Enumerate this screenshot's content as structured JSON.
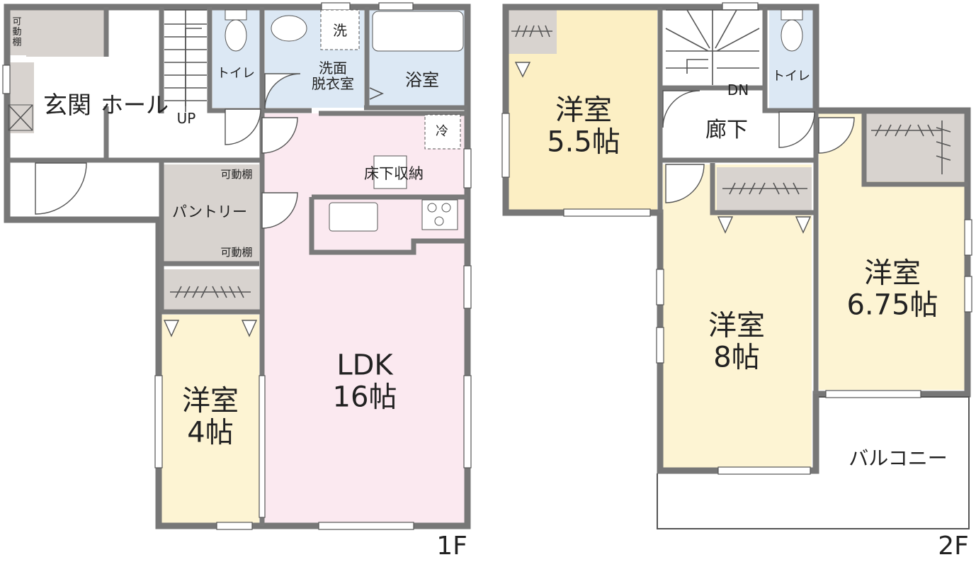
{
  "floors": [
    {
      "id": "1F",
      "label": "1F",
      "rooms": [
        {
          "id": "genkan",
          "label": "玄関"
        },
        {
          "id": "kadoudana-genkan",
          "label": "可\n動\n棚"
        },
        {
          "id": "hall",
          "label": "ホール"
        },
        {
          "id": "up",
          "label": "UP"
        },
        {
          "id": "toilet1",
          "label": "トイレ"
        },
        {
          "id": "senmen",
          "label": "洗面\n脱衣室"
        },
        {
          "id": "sentaku",
          "label": "洗"
        },
        {
          "id": "yokushitsu",
          "label": "浴室"
        },
        {
          "id": "rei",
          "label": "冷"
        },
        {
          "id": "yukashita",
          "label": "床下収納"
        },
        {
          "id": "pantry",
          "label": "パントリー"
        },
        {
          "id": "kadoudana-top",
          "label": "可動棚"
        },
        {
          "id": "kadoudana-bottom",
          "label": "可動棚"
        },
        {
          "id": "ldk",
          "label": "LDK\n16帖"
        },
        {
          "id": "youshitsu4",
          "label": "洋室\n4帖"
        }
      ]
    },
    {
      "id": "2F",
      "label": "2F",
      "rooms": [
        {
          "id": "youshitsu55",
          "label": "洋室\n5.5帖"
        },
        {
          "id": "dn",
          "label": "DN"
        },
        {
          "id": "toilet2",
          "label": "トイレ"
        },
        {
          "id": "rouka",
          "label": "廊下"
        },
        {
          "id": "youshitsu8",
          "label": "洋室\n8帖"
        },
        {
          "id": "youshitsu675",
          "label": "洋室\n6.75帖"
        },
        {
          "id": "balcony",
          "label": "バルコニー"
        }
      ]
    }
  ],
  "colors": {
    "wall": "#777777",
    "storage": "#d8d3cf",
    "wet": "#dce8f4",
    "ldk": "#fbe9f0",
    "youshitsu": "#fdf4d3",
    "youshitsu55": "#fcefc4",
    "floor": "#ffffff"
  }
}
